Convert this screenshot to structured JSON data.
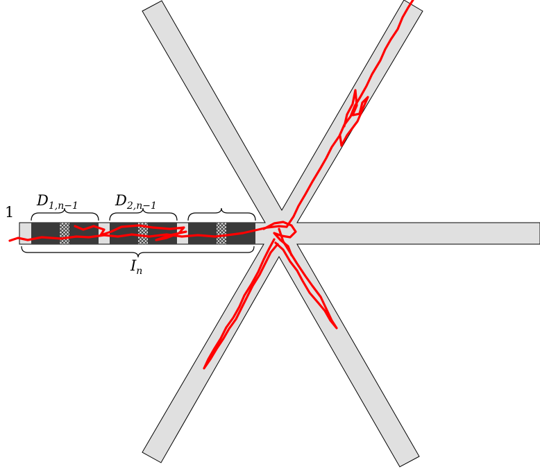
{
  "colors": {
    "arm_fill": "#e0e0e0",
    "arm_stroke": "#000000",
    "block_dark": "#3a3a3a",
    "hatch_bg": "#d8d8d8",
    "path_red": "#ff0000"
  },
  "labels": {
    "start": "1",
    "d1": {
      "symbol": "D",
      "subscript": "1,n−1"
    },
    "d2": {
      "symbol": "D",
      "subscript": "2,n−1"
    },
    "interval": {
      "symbol": "I",
      "subscript": "n"
    }
  },
  "structure": {
    "arms": 6,
    "blocks": 3
  }
}
